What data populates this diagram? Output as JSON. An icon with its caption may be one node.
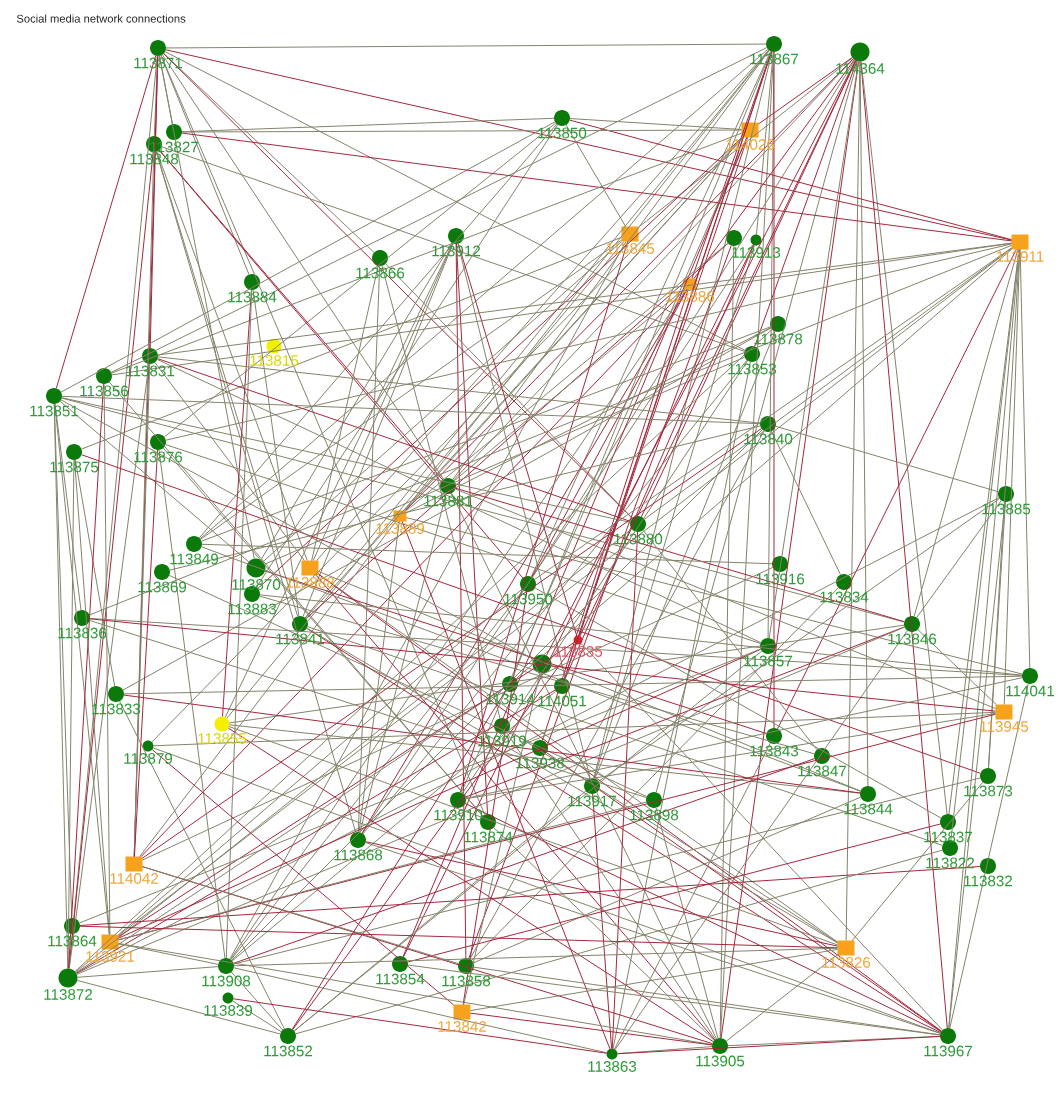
{
  "diagram": {
    "title": "Social media network connections",
    "nodes": [
      {
        "text": [
          "113871"
        ]
      },
      {
        "text": [
          "113867"
        ]
      },
      {
        "text": [
          "114364"
        ]
      },
      {
        "text": [
          "113850"
        ]
      },
      {
        "text": [
          "113827"
        ]
      },
      {
        "text": [
          "113848"
        ]
      },
      {
        "text": [
          "114026"
        ]
      },
      {
        "text": [
          "113912"
        ]
      },
      {
        "text": [
          "113866"
        ]
      },
      {
        "text": [
          "113884"
        ]
      },
      {
        "text": [
          "113845"
        ]
      },
      {
        "text": [],
        "shape": "circle"
      },
      {
        "text": [
          "113913"
        ]
      },
      {
        "text": [
          "113886"
        ]
      },
      {
        "text": [
          "113911"
        ]
      },
      {
        "text": [
          "113878"
        ]
      },
      {
        "text": [
          "113853"
        ]
      },
      {
        "text": [
          "113831"
        ]
      },
      {
        "text": [
          "113815"
        ]
      },
      {
        "text": [
          "113856"
        ]
      },
      {
        "text": [
          "113851"
        ]
      },
      {
        "text": [
          "113840"
        ]
      },
      {
        "text": [
          "113876"
        ]
      },
      {
        "text": [
          "113875"
        ]
      },
      {
        "text": [
          "113881"
        ]
      },
      {
        "text": [
          "113885"
        ]
      },
      {
        "text": [
          "113889"
        ]
      },
      {
        "text": [
          "113880"
        ]
      },
      {
        "text": [
          "113849"
        ]
      },
      {
        "text": [
          "113869"
        ]
      },
      {
        "text": [
          "113870"
        ]
      },
      {
        "text": [
          "113888"
        ]
      },
      {
        "text": [
          "113883"
        ]
      },
      {
        "text": [
          "113950"
        ]
      },
      {
        "text": [
          "113916"
        ]
      },
      {
        "text": [
          "113834"
        ]
      },
      {
        "text": [
          "113836"
        ]
      },
      {
        "text": [
          "113841"
        ]
      },
      {
        "text": [
          "113846"
        ]
      },
      {
        "text": [
          "113835"
        ]
      },
      {
        "text": [
          "113857"
        ]
      },
      {
        "text": [],
        "shape": "circle"
      },
      {
        "text": [
          "114051"
        ]
      },
      {
        "text": [
          "114041"
        ]
      },
      {
        "text": [
          "113919"
        ]
      },
      {
        "text": [
          "113938"
        ]
      },
      {
        "text": [
          "113855"
        ]
      },
      {
        "text": [
          "113833"
        ]
      },
      {
        "text": [
          "113879"
        ]
      },
      {
        "text": [
          "113843"
        ]
      },
      {
        "text": [
          "113847"
        ]
      },
      {
        "text": [
          "113945"
        ]
      },
      {
        "text": [
          "113873"
        ]
      },
      {
        "text": [
          "113917"
        ]
      },
      {
        "text": [
          "113898"
        ]
      },
      {
        "text": [
          "113844"
        ]
      },
      {
        "text": [
          "113910"
        ]
      },
      {
        "text": [
          "113874"
        ]
      },
      {
        "text": [
          "113837"
        ]
      },
      {
        "text": [
          "113868"
        ]
      },
      {
        "text": [
          "113822"
        ]
      },
      {
        "text": [
          "113832"
        ]
      },
      {
        "text": [
          "114042"
        ]
      },
      {
        "text": [
          "113864"
        ]
      },
      {
        "text": [
          "113921"
        ]
      },
      {
        "text": [
          "113872"
        ]
      },
      {
        "text": [
          "113908"
        ]
      },
      {
        "text": [
          "113839"
        ]
      },
      {
        "text": [
          "113854"
        ]
      },
      {
        "text": [
          "113858"
        ]
      },
      {
        "text": [
          "113852"
        ]
      },
      {
        "text": [
          "113842"
        ]
      },
      {
        "text": [
          "113863"
        ]
      },
      {
        "text": [
          "113905"
        ]
      },
      {
        "text": [
          "113826"
        ]
      },
      {
        "text": [
          "113967"
        ]
      },
      {
        "text": [
          "113914"
        ]
      }
    ],
    "edges": [
      {
        "from": 0,
        "to": 1,
        "arrow": "none"
      },
      {
        "from": 0,
        "to": 14,
        "arrow": "none",
        "color": "#a3283c"
      },
      {
        "from": 0,
        "to": 5,
        "arrow": "none"
      },
      {
        "from": 0,
        "to": 4,
        "arrow": "none"
      },
      {
        "from": 0,
        "to": 20,
        "arrow": "none",
        "color": "#a3283c"
      },
      {
        "from": 0,
        "to": 17,
        "arrow": "none",
        "color": "#a3283c"
      },
      {
        "from": 0,
        "to": 65,
        "arrow": "none"
      },
      {
        "from": 0,
        "to": 62,
        "arrow": "none",
        "color": "#a3283c"
      },
      {
        "from": 0,
        "to": 8,
        "arrow": "none"
      },
      {
        "from": 0,
        "to": 24,
        "arrow": "none"
      },
      {
        "from": 0,
        "to": 27,
        "arrow": "none",
        "color": "#a3283c"
      },
      {
        "from": 0,
        "to": 9,
        "arrow": "none"
      },
      {
        "from": 0,
        "to": 30,
        "arrow": "none"
      },
      {
        "from": 0,
        "to": 16,
        "arrow": "none"
      },
      {
        "from": 0,
        "to": 57,
        "arrow": "none"
      },
      {
        "from": 1,
        "to": 33,
        "arrow": "none"
      },
      {
        "from": 1,
        "to": 39,
        "arrow": "none",
        "color": "#a3283c"
      },
      {
        "from": 1,
        "to": 42,
        "arrow": "none",
        "color": "#a3283c"
      },
      {
        "from": 1,
        "to": 37,
        "arrow": "none"
      },
      {
        "from": 1,
        "to": 31,
        "arrow": "none"
      },
      {
        "from": 1,
        "to": 26,
        "arrow": "none"
      },
      {
        "from": 1,
        "to": 24,
        "arrow": "none"
      },
      {
        "from": 1,
        "to": 40,
        "arrow": "none"
      },
      {
        "from": 1,
        "to": 49,
        "arrow": "none",
        "color": "#a3283c"
      },
      {
        "from": 1,
        "to": 73,
        "arrow": "none"
      },
      {
        "from": 1,
        "to": 53,
        "arrow": "none"
      },
      {
        "from": 1,
        "to": 19,
        "arrow": "none"
      },
      {
        "from": 1,
        "to": 28,
        "arrow": "none"
      },
      {
        "from": 1,
        "to": 13,
        "arrow": "none",
        "color": "#a3283c"
      },
      {
        "from": 1,
        "to": 12,
        "arrow": "none"
      },
      {
        "from": 2,
        "to": 13,
        "arrow": "none",
        "color": "#a3283c"
      },
      {
        "from": 2,
        "to": 16,
        "arrow": "none",
        "color": "#a3283c"
      },
      {
        "from": 2,
        "to": 39,
        "arrow": "none",
        "color": "#a3283c"
      },
      {
        "from": 2,
        "to": 27,
        "arrow": "none",
        "color": "#a3283c"
      },
      {
        "from": 2,
        "to": 10,
        "arrow": "none"
      },
      {
        "from": 2,
        "to": 33,
        "arrow": "none"
      },
      {
        "from": 2,
        "to": 55,
        "arrow": "none"
      },
      {
        "from": 2,
        "to": 75,
        "arrow": "none",
        "color": "#a3283c"
      },
      {
        "from": 2,
        "to": 74,
        "arrow": "none"
      },
      {
        "from": 2,
        "to": 73,
        "arrow": "none",
        "color": "#a3283c"
      },
      {
        "from": 2,
        "to": 54,
        "arrow": "none"
      },
      {
        "from": 2,
        "to": 40,
        "arrow": "none"
      },
      {
        "from": 2,
        "to": 58,
        "arrow": "none"
      },
      {
        "from": 2,
        "to": 6,
        "arrow": "none",
        "color": "#a3283c"
      },
      {
        "from": 2,
        "to": 24,
        "arrow": "none"
      },
      {
        "from": 2,
        "to": 26,
        "arrow": "none",
        "color": "#a3283c"
      },
      {
        "from": 3,
        "to": 14,
        "arrow": "none",
        "color": "#a3283c"
      },
      {
        "from": 3,
        "to": 22,
        "arrow": "none"
      },
      {
        "from": 3,
        "to": 28,
        "arrow": "none"
      },
      {
        "from": 3,
        "to": 20,
        "arrow": "none"
      },
      {
        "from": 3,
        "to": 32,
        "arrow": "none"
      },
      {
        "from": 3,
        "to": 6,
        "arrow": "none"
      },
      {
        "from": 3,
        "to": 10,
        "arrow": "none"
      },
      {
        "from": 4,
        "to": 6,
        "arrow": "none"
      },
      {
        "from": 4,
        "to": 14,
        "arrow": "none",
        "color": "#a3283c"
      },
      {
        "from": 4,
        "to": 3,
        "arrow": "none"
      },
      {
        "from": 5,
        "to": 37,
        "arrow": "none"
      },
      {
        "from": 5,
        "to": 33,
        "arrow": "none",
        "color": "#a3283c"
      },
      {
        "from": 5,
        "to": 24,
        "arrow": "none",
        "color": "#a3283c"
      },
      {
        "from": 5,
        "to": 59,
        "arrow": "none"
      },
      {
        "from": 5,
        "to": 31,
        "arrow": "none"
      },
      {
        "from": 5,
        "to": 16,
        "arrow": "none"
      },
      {
        "from": 5,
        "to": 65,
        "arrow": "none",
        "color": "#a3283c"
      },
      {
        "from": 5,
        "to": 62,
        "arrow": "none"
      },
      {
        "from": 6,
        "to": 26,
        "arrow": "none"
      },
      {
        "from": 6,
        "to": 32,
        "arrow": "none",
        "color": "#a3283c"
      },
      {
        "from": 6,
        "to": 37,
        "arrow": "none"
      },
      {
        "from": 6,
        "to": 42,
        "arrow": "none",
        "color": "#a3283c"
      },
      {
        "from": 6,
        "to": 56,
        "arrow": "none"
      },
      {
        "from": 6,
        "to": 19,
        "arrow": "none"
      },
      {
        "from": 6,
        "to": 48,
        "arrow": "none"
      },
      {
        "from": 6,
        "to": 68,
        "arrow": "none",
        "color": "#a3283c"
      },
      {
        "from": 7,
        "to": 39,
        "arrow": "none",
        "color": "#a3283c"
      },
      {
        "from": 7,
        "to": 37,
        "arrow": "none"
      },
      {
        "from": 7,
        "to": 30,
        "arrow": "none"
      },
      {
        "from": 7,
        "to": 57,
        "arrow": "none",
        "color": "#a3283c"
      },
      {
        "from": 7,
        "to": 69,
        "arrow": "none",
        "color": "#a3283c"
      },
      {
        "from": 7,
        "to": 31,
        "arrow": "none"
      },
      {
        "from": 7,
        "to": 53,
        "arrow": "none"
      },
      {
        "from": 7,
        "to": 46,
        "arrow": "none"
      },
      {
        "from": 8,
        "to": 31,
        "arrow": "none"
      },
      {
        "from": 8,
        "to": 44,
        "arrow": "none"
      },
      {
        "from": 8,
        "to": 59,
        "arrow": "none"
      },
      {
        "from": 8,
        "to": 27,
        "arrow": "none"
      },
      {
        "from": 9,
        "to": 46,
        "arrow": "none",
        "color": "#a3283c"
      },
      {
        "from": 9,
        "to": 66,
        "arrow": "none"
      },
      {
        "from": 9,
        "to": 37,
        "arrow": "none"
      },
      {
        "from": 10,
        "to": 28,
        "arrow": "none"
      },
      {
        "from": 10,
        "to": 30,
        "arrow": "none"
      },
      {
        "from": 10,
        "to": 46,
        "arrow": "none"
      },
      {
        "from": 10,
        "to": 56,
        "arrow": "none",
        "color": "#a3283c"
      },
      {
        "from": 10,
        "to": 66,
        "arrow": "none"
      },
      {
        "from": 10,
        "to": 23,
        "arrow": "none"
      },
      {
        "from": 12,
        "to": 42,
        "arrow": "none",
        "color": "#a3283c"
      },
      {
        "from": 12,
        "to": 68,
        "arrow": "none",
        "color": "#a3283c"
      },
      {
        "from": 12,
        "to": 53,
        "arrow": "none"
      },
      {
        "from": 12,
        "to": 59,
        "arrow": "none"
      },
      {
        "from": 11,
        "to": 73,
        "arrow": "none"
      },
      {
        "from": 11,
        "to": 69,
        "arrow": "none",
        "color": "#a3283c"
      },
      {
        "from": 11,
        "to": 37,
        "arrow": "none",
        "color": "#a3283c"
      },
      {
        "from": 11,
        "to": 26,
        "arrow": "none"
      },
      {
        "from": 13,
        "to": 33,
        "arrow": "none",
        "color": "#a3283c"
      },
      {
        "from": 13,
        "to": 45,
        "arrow": "none",
        "color": "#a3283c"
      },
      {
        "from": 13,
        "to": 59,
        "arrow": "none",
        "color": "#a3283c"
      },
      {
        "from": 13,
        "to": 66,
        "arrow": "none"
      },
      {
        "from": 13,
        "to": 62,
        "arrow": "none",
        "color": "#a3283c"
      },
      {
        "from": 13,
        "to": 24,
        "arrow": "none"
      },
      {
        "from": 14,
        "to": 17,
        "arrow": "none"
      },
      {
        "from": 14,
        "to": 19,
        "arrow": "none"
      },
      {
        "from": 14,
        "to": 22,
        "arrow": "none"
      },
      {
        "from": 14,
        "to": 27,
        "arrow": "none"
      },
      {
        "from": 14,
        "to": 36,
        "arrow": "none"
      },
      {
        "from": 14,
        "to": 38,
        "arrow": "none"
      },
      {
        "from": 14,
        "to": 52,
        "arrow": "none"
      },
      {
        "from": 14,
        "to": 58,
        "arrow": "none"
      },
      {
        "from": 14,
        "to": 60,
        "arrow": "none"
      },
      {
        "from": 14,
        "to": 51,
        "arrow": "none"
      },
      {
        "from": 14,
        "to": 43,
        "arrow": "none"
      },
      {
        "from": 14,
        "to": 33,
        "arrow": "none"
      },
      {
        "from": 14,
        "to": 49,
        "arrow": "none",
        "color": "#a3283c"
      },
      {
        "from": 14,
        "to": 64,
        "arrow": "none"
      },
      {
        "from": 14,
        "to": 75,
        "arrow": "none"
      },
      {
        "from": 15,
        "to": 26,
        "arrow": "none"
      },
      {
        "from": 15,
        "to": 28,
        "arrow": "none"
      },
      {
        "from": 15,
        "to": 47,
        "arrow": "none"
      },
      {
        "from": 15,
        "to": 65,
        "arrow": "none"
      },
      {
        "from": 15,
        "to": 53,
        "arrow": "none"
      },
      {
        "from": 16,
        "to": 30,
        "arrow": "none"
      },
      {
        "from": 16,
        "to": 56,
        "arrow": "none"
      },
      {
        "from": 16,
        "to": 59,
        "arrow": "none"
      },
      {
        "from": 16,
        "to": 72,
        "arrow": "none"
      },
      {
        "from": 17,
        "to": 65,
        "arrow": "none"
      },
      {
        "from": 17,
        "to": 62,
        "arrow": "none"
      },
      {
        "from": 17,
        "to": 31,
        "arrow": "none"
      },
      {
        "from": 17,
        "to": 27,
        "arrow": "none",
        "color": "#a3283c"
      },
      {
        "from": 17,
        "to": 40,
        "arrow": "none"
      },
      {
        "from": 17,
        "to": 21,
        "arrow": "none"
      },
      {
        "from": 20,
        "to": 65,
        "arrow": "none"
      },
      {
        "from": 20,
        "to": 64,
        "arrow": "none"
      },
      {
        "from": 20,
        "to": 63,
        "arrow": "none"
      },
      {
        "from": 20,
        "to": 36,
        "arrow": "none"
      },
      {
        "from": 20,
        "to": 30,
        "arrow": "none"
      },
      {
        "from": 20,
        "to": 27,
        "arrow": "none"
      },
      {
        "from": 20,
        "to": 38,
        "arrow": "none"
      },
      {
        "from": 20,
        "to": 21,
        "arrow": "none"
      },
      {
        "from": 23,
        "to": 65,
        "arrow": "none"
      },
      {
        "from": 23,
        "to": 47,
        "arrow": "none"
      },
      {
        "from": 23,
        "to": 64,
        "arrow": "none"
      },
      {
        "from": 23,
        "to": 52,
        "arrow": "none",
        "color": "#a3283c"
      },
      {
        "from": 19,
        "to": 65,
        "arrow": "none",
        "color": "#a3283c"
      },
      {
        "from": 19,
        "to": 64,
        "arrow": "none"
      },
      {
        "from": 19,
        "to": 57,
        "arrow": "none"
      },
      {
        "from": 21,
        "to": 35,
        "arrow": "none"
      },
      {
        "from": 21,
        "to": 25,
        "arrow": "none"
      },
      {
        "from": 21,
        "to": 66,
        "arrow": "none"
      },
      {
        "from": 21,
        "to": 62,
        "arrow": "none",
        "color": "#a3283c"
      },
      {
        "from": 21,
        "to": 69,
        "arrow": "none"
      },
      {
        "from": 21,
        "to": 29,
        "arrow": "none"
      },
      {
        "from": 22,
        "to": 62,
        "arrow": "none",
        "color": "#a3283c"
      },
      {
        "from": 22,
        "to": 66,
        "arrow": "none"
      },
      {
        "from": 22,
        "to": 57,
        "arrow": "none"
      },
      {
        "from": 22,
        "to": 40,
        "arrow": "none"
      },
      {
        "from": 24,
        "to": 38,
        "arrow": "none",
        "color": "#a3283c"
      },
      {
        "from": 24,
        "to": 51,
        "arrow": "none"
      },
      {
        "from": 24,
        "to": 59,
        "arrow": "none"
      },
      {
        "from": 24,
        "to": 73,
        "arrow": "none"
      },
      {
        "from": 25,
        "to": 53,
        "arrow": "none"
      },
      {
        "from": 25,
        "to": 38,
        "arrow": "none"
      },
      {
        "from": 25,
        "to": 65,
        "arrow": "none"
      },
      {
        "from": 25,
        "to": 52,
        "arrow": "none"
      },
      {
        "from": 25,
        "to": 75,
        "arrow": "none"
      },
      {
        "from": 26,
        "to": 72,
        "arrow": "none",
        "color": "#a3283c"
      },
      {
        "from": 26,
        "to": 59,
        "arrow": "none"
      },
      {
        "from": 26,
        "to": 43,
        "arrow": "none"
      },
      {
        "from": 26,
        "to": 62,
        "arrow": "none"
      },
      {
        "from": 27,
        "to": 65,
        "arrow": "none"
      },
      {
        "from": 27,
        "to": 72,
        "arrow": "none",
        "color": "#a3283c"
      },
      {
        "from": 27,
        "to": 50,
        "arrow": "none"
      },
      {
        "from": 31,
        "to": 73,
        "arrow": "none",
        "color": "#a3283c"
      },
      {
        "from": 31,
        "to": 74,
        "arrow": "none"
      },
      {
        "from": 31,
        "to": 75,
        "arrow": "none",
        "color": "#a3283c"
      },
      {
        "from": 31,
        "to": 55,
        "arrow": "none"
      },
      {
        "from": 32,
        "to": 50,
        "arrow": "none"
      },
      {
        "from": 30,
        "to": 49,
        "arrow": "none",
        "color": "#a3283c"
      },
      {
        "from": 29,
        "to": 54,
        "arrow": "none"
      },
      {
        "from": 28,
        "to": 55,
        "arrow": "none"
      },
      {
        "from": 28,
        "to": 34,
        "arrow": "none"
      },
      {
        "from": 33,
        "to": 66,
        "arrow": "none"
      },
      {
        "from": 33,
        "to": 71,
        "arrow": "none",
        "color": "#a3283c"
      },
      {
        "from": 33,
        "to": 64,
        "arrow": "none"
      },
      {
        "from": 33,
        "to": 58,
        "arrow": "none"
      },
      {
        "from": 34,
        "to": 62,
        "arrow": "none"
      },
      {
        "from": 35,
        "to": 69,
        "arrow": "none"
      },
      {
        "from": 38,
        "to": 56,
        "arrow": "none",
        "color": "#a3283c"
      },
      {
        "from": 38,
        "to": 65,
        "arrow": "none"
      },
      {
        "from": 38,
        "to": 46,
        "arrow": "none"
      },
      {
        "from": 38,
        "to": 51,
        "arrow": "none"
      },
      {
        "from": 38,
        "to": 72,
        "arrow": "none"
      },
      {
        "from": 36,
        "to": 43,
        "arrow": "none"
      },
      {
        "from": 36,
        "to": 54,
        "arrow": "none"
      },
      {
        "from": 36,
        "to": 51,
        "arrow": "none",
        "color": "#a3283c"
      },
      {
        "from": 37,
        "to": 75,
        "arrow": "none",
        "color": "#a3283c"
      },
      {
        "from": 37,
        "to": 74,
        "arrow": "none"
      },
      {
        "from": 37,
        "to": 60,
        "arrow": "none"
      },
      {
        "from": 39,
        "to": 70,
        "arrow": "none",
        "color": "#a3283c"
      },
      {
        "from": 39,
        "to": 64,
        "arrow": "none",
        "color": "#a3283c"
      },
      {
        "from": 39,
        "to": 75,
        "arrow": "none"
      },
      {
        "from": 40,
        "to": 70,
        "arrow": "none"
      },
      {
        "from": 40,
        "to": 64,
        "arrow": "none",
        "color": "#a3283c"
      },
      {
        "from": 40,
        "to": 63,
        "arrow": "none"
      },
      {
        "from": 42,
        "to": 65,
        "arrow": "none",
        "color": "#a3283c"
      },
      {
        "from": 42,
        "to": 66,
        "arrow": "none"
      },
      {
        "from": 43,
        "to": 47,
        "arrow": "none"
      },
      {
        "from": 43,
        "to": 32,
        "arrow": "none"
      },
      {
        "from": 43,
        "to": 56,
        "arrow": "none"
      },
      {
        "from": 43,
        "to": 75,
        "arrow": "none"
      },
      {
        "from": 44,
        "to": 73,
        "arrow": "none"
      },
      {
        "from": 45,
        "to": 75,
        "arrow": "none",
        "color": "#a3283c"
      },
      {
        "from": 44,
        "to": 74,
        "arrow": "none"
      },
      {
        "from": 46,
        "to": 73,
        "arrow": "none",
        "color": "#a3283c"
      },
      {
        "from": 46,
        "to": 74,
        "arrow": "none"
      },
      {
        "from": 46,
        "to": 55,
        "arrow": "none"
      },
      {
        "from": 47,
        "to": 70,
        "arrow": "none"
      },
      {
        "from": 47,
        "to": 55,
        "arrow": "none",
        "color": "#a3283c"
      },
      {
        "from": 48,
        "to": 71,
        "arrow": "none",
        "color": "#a3283c"
      },
      {
        "from": 48,
        "to": 75,
        "arrow": "none"
      },
      {
        "from": 49,
        "to": 72,
        "arrow": "none"
      },
      {
        "from": 50,
        "to": 66,
        "arrow": "none",
        "color": "#a3283c"
      },
      {
        "from": 52,
        "to": 66,
        "arrow": "none"
      },
      {
        "from": 55,
        "to": 69,
        "arrow": "none"
      },
      {
        "from": 58,
        "to": 68,
        "arrow": "none",
        "color": "#a3283c"
      },
      {
        "from": 52,
        "to": 74,
        "arrow": "none"
      },
      {
        "from": 51,
        "to": 48,
        "arrow": "none"
      },
      {
        "from": 51,
        "to": 64,
        "arrow": "none",
        "color": "#a3283c"
      },
      {
        "from": 51,
        "to": 56,
        "arrow": "none"
      },
      {
        "from": 53,
        "to": 72,
        "arrow": "none",
        "color": "#a3283c"
      },
      {
        "from": 53,
        "to": 70,
        "arrow": "none"
      },
      {
        "from": 54,
        "to": 73,
        "arrow": "none"
      },
      {
        "from": 54,
        "to": 64,
        "arrow": "none"
      },
      {
        "from": 56,
        "to": 75,
        "arrow": "none",
        "color": "#a3283c"
      },
      {
        "from": 57,
        "to": 73,
        "arrow": "none"
      },
      {
        "from": 59,
        "to": 75,
        "arrow": "none"
      },
      {
        "from": 59,
        "to": 74,
        "arrow": "none",
        "color": "#a3283c"
      },
      {
        "from": 61,
        "to": 63,
        "arrow": "none",
        "color": "#a3283c"
      },
      {
        "from": 60,
        "to": 70,
        "arrow": "none"
      },
      {
        "from": 62,
        "to": 73,
        "arrow": "none",
        "color": "#a3283c"
      },
      {
        "from": 62,
        "to": 69,
        "arrow": "none"
      },
      {
        "from": 64,
        "to": 66,
        "arrow": "none"
      },
      {
        "from": 65,
        "to": 66,
        "arrow": "none"
      },
      {
        "from": 65,
        "to": 70,
        "arrow": "none"
      },
      {
        "from": 64,
        "to": 73,
        "arrow": "none"
      },
      {
        "from": 63,
        "to": 74,
        "arrow": "none",
        "color": "#a3283c"
      },
      {
        "from": 66,
        "to": 74,
        "arrow": "none"
      },
      {
        "from": 66,
        "to": 72,
        "arrow": "none"
      },
      {
        "from": 66,
        "to": 70,
        "arrow": "none"
      },
      {
        "from": 67,
        "to": 72,
        "arrow": "none",
        "color": "#a3283c"
      },
      {
        "from": 67,
        "to": 70,
        "arrow": "none"
      },
      {
        "from": 68,
        "to": 75,
        "arrow": "none"
      },
      {
        "from": 69,
        "to": 75,
        "arrow": "none"
      },
      {
        "from": 71,
        "to": 73,
        "arrow": "none",
        "color": "#a3283c"
      },
      {
        "from": 71,
        "to": 74,
        "arrow": "none"
      },
      {
        "from": 72,
        "to": 73,
        "arrow": "none"
      },
      {
        "from": 73,
        "to": 75,
        "arrow": "none"
      },
      {
        "from": 72,
        "to": 75,
        "arrow": "none",
        "color": "#a3283c"
      },
      {
        "from": 73,
        "to": 74,
        "arrow": "none"
      },
      {
        "from": 41,
        "to": 2,
        "arrow": "none",
        "color": "#a3283c"
      },
      {
        "from": 41,
        "to": 20,
        "arrow": "none"
      },
      {
        "from": 41,
        "to": 71,
        "arrow": "none"
      },
      {
        "from": 76,
        "to": 1,
        "arrow": "none"
      },
      {
        "from": 76,
        "to": 70,
        "arrow": "none",
        "color": "#a3283c"
      },
      {
        "from": 76,
        "to": 14,
        "arrow": "none"
      },
      {
        "from": 76,
        "to": 65,
        "arrow": "none"
      }
    ]
  }
}
